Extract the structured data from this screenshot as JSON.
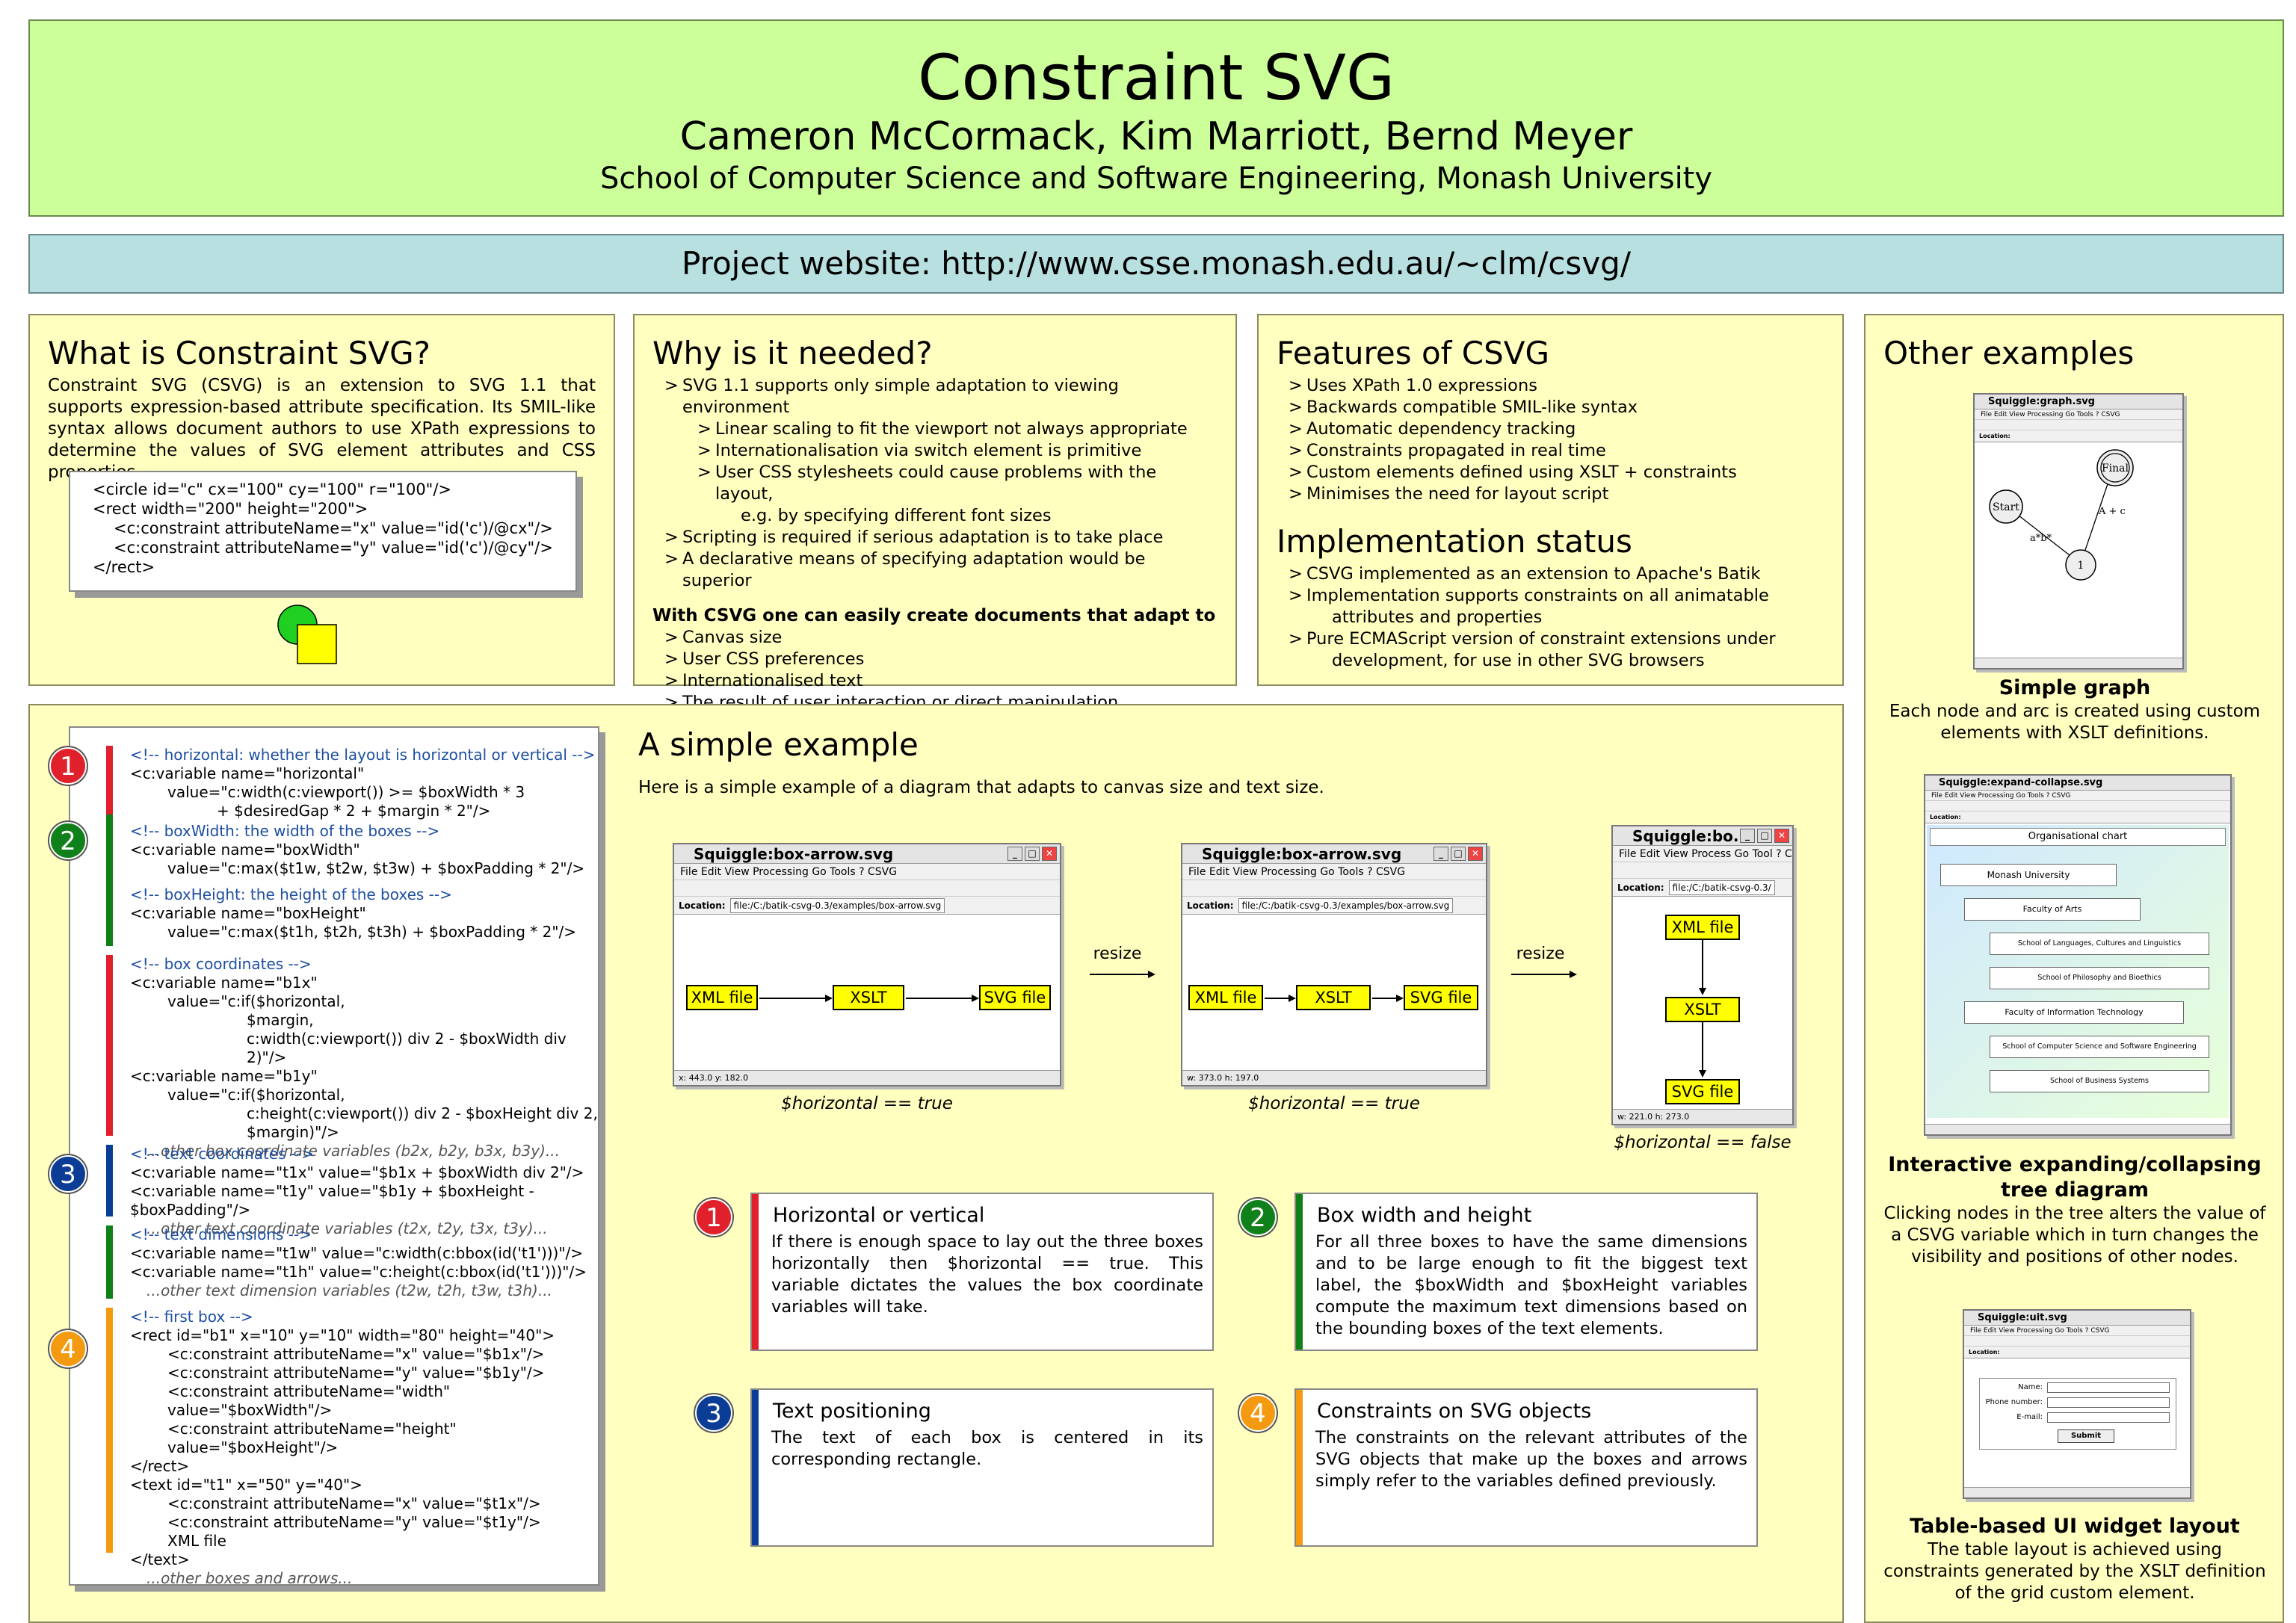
{
  "header": {
    "title": "Constraint SVG",
    "authors": "Cameron McCormack, Kim Marriott, Bernd Meyer",
    "affiliation": "School of Computer Science and Software Engineering, Monash University"
  },
  "website": "Project website: http://www.csse.monash.edu.au/~clm/csvg/",
  "what": {
    "title": "What is Constraint SVG?",
    "text": "Constraint SVG (CSVG) is an extension to SVG 1.1 that supports expression-based attribute specification. Its SMIL-like syntax allows document authors to use XPath expressions to determine the values of SVG element attributes and CSS properties.",
    "code": [
      "<circle id=\"c\" cx=\"100\" cy=\"100\" r=\"100\"/>",
      "<rect width=\"200\" height=\"200\">",
      "<c:constraint attributeName=\"x\" value=\"id('c')/@cx\"/>",
      "<c:constraint attributeName=\"y\" value=\"id('c')/@cy\"/>",
      "</rect>"
    ]
  },
  "why": {
    "title": "Why is it needed?",
    "items": [
      "SVG 1.1 supports only simple adaptation to viewing environment",
      "Linear scaling to fit the viewport not always appropriate",
      "Internationalisation via switch element is primitive",
      "User CSS stylesheets could cause problems with the layout,",
      "e.g. by specifying different font sizes",
      "Scripting is required if serious adaptation is to take place",
      "A declarative means of specifying adaptation would be superior"
    ],
    "subtitle": "With CSVG one can easily create documents that adapt to",
    "items2": [
      "Canvas size",
      "User CSS preferences",
      "Internationalised text",
      "The result of user interaction or direct manipulation"
    ]
  },
  "features": {
    "title": "Features of CSVG",
    "items": [
      "Uses XPath 1.0 expressions",
      "Backwards compatible SMIL-like syntax",
      "Automatic dependency tracking",
      "Constraints propagated in real time",
      "Custom elements defined using XSLT + constraints",
      "Minimises the need for layout script"
    ]
  },
  "impl": {
    "title": "Implementation status",
    "items": [
      "CSVG implemented as an extension to Apache's Batik",
      "Implementation supports constraints on all animatable",
      "attributes and properties",
      "Pure ECMAScript version of constraint extensions under",
      "development, for use in other SVG browsers"
    ]
  },
  "other": {
    "title": "Other examples",
    "ex1": {
      "title": "Simple graph",
      "desc": "Each node and arc is created using custom elements with XSLT definitions.",
      "win": "Squiggle:graph.svg",
      "nodes": [
        "Start",
        "Final",
        "1"
      ],
      "labels": [
        "a*b*",
        "A + c"
      ]
    },
    "ex2": {
      "title": "Interactive expanding/collapsing tree diagram",
      "desc": "Clicking nodes in the tree alters the value of a CSVG variable which in turn changes the visibility and positions of other nodes.",
      "win": "Squiggle:expand-collapse.svg",
      "chart": "Organisational chart",
      "nodes": [
        "Monash University",
        "Faculty of Arts",
        "School of Languages, Cultures and Linguistics",
        "School of Philosophy and Bioethics",
        "Faculty of Information Technology",
        "School of Computer Science and Software Engineering",
        "School of Business Systems"
      ]
    },
    "ex3": {
      "title": "Table-based UI widget layout",
      "desc": "The table layout is achieved using constraints generated by the XSLT definition of the grid custom element.",
      "win": "Squiggle:uit.svg",
      "fields": [
        "Name:",
        "Phone number:",
        "E-mail:"
      ],
      "button": "Submit"
    }
  },
  "code": {
    "blocks": [
      [
        "<!-- horizontal: whether the layout is horizontal or vertical -->",
        "<c:variable name=\"horizontal\"",
        "value=\"c:width(c:viewport()) >= $boxWidth * 3",
        "+ $desiredGap * 2 + $margin * 2\"/>"
      ],
      [
        "<!-- boxWidth: the width of the boxes -->",
        "<c:variable name=\"boxWidth\"",
        "value=\"c:max($t1w, $t2w, $t3w) + $boxPadding * 2\"/>",
        "<!-- boxHeight: the height of the boxes -->",
        "<c:variable name=\"boxHeight\"",
        "value=\"c:max($t1h, $t2h, $t3h) + $boxPadding * 2\"/>"
      ],
      [
        "<!-- box coordinates -->",
        "<c:variable name=\"b1x\"",
        "value=\"c:if($horizontal,",
        "$margin,",
        "c:width(c:viewport()) div 2 - $boxWidth div 2)\"/>",
        "<c:variable name=\"b1y\"",
        "value=\"c:if($horizontal,",
        "c:height(c:viewport()) div 2 - $boxHeight div 2,",
        "$margin)\"/>",
        "...other box coordinate variables (b2x, b2y, b3x, b3y)..."
      ],
      [
        "<!-- text coordinates -->",
        "<c:variable name=\"t1x\" value=\"$b1x + $boxWidth div 2\"/>",
        "<c:variable name=\"t1y\" value=\"$b1y + $boxHeight - $boxPadding\"/>",
        "...other text coordinate variables (t2x, t2y, t3x, t3y)..."
      ],
      [
        "<!-- text dimensions -->",
        "<c:variable name=\"t1w\" value=\"c:width(c:bbox(id('t1')))\"/>",
        "<c:variable name=\"t1h\" value=\"c:height(c:bbox(id('t1')))\"/>",
        "...other text dimension variables (t2w, t2h, t3w, t3h)..."
      ],
      [
        "<!-- first box -->",
        "<rect id=\"b1\" x=\"10\" y=\"10\" width=\"80\" height=\"40\">",
        "<c:constraint attributeName=\"x\" value=\"$b1x\"/>",
        "<c:constraint attributeName=\"y\" value=\"$b1y\"/>",
        "<c:constraint attributeName=\"width\" value=\"$boxWidth\"/>",
        "<c:constraint attributeName=\"height\" value=\"$boxHeight\"/>",
        "</rect>",
        "<text id=\"t1\" x=\"50\" y=\"40\">",
        "<c:constraint attributeName=\"x\" value=\"$t1x\"/>",
        "<c:constraint attributeName=\"y\" value=\"$t1y\"/>",
        "XML file",
        "</text>",
        "...other boxes and arrows..."
      ]
    ]
  },
  "simple": {
    "title": "A simple example",
    "intro": "Here is a simple example of a diagram that adapts to canvas size and text size.",
    "win1": "Squiggle:box-arrow.svg",
    "win3": "Squiggle:bo...",
    "menu": "File  Edit  View  Processing  Go  Tools  ?  CSVG",
    "menu3": "File Edit View Process Go Tool ? CSV",
    "loclabel": "Location:",
    "loc": "file:/C:/batik-csvg-0.3/examples/box-arrow.svg",
    "loc3": "file:/C:/batik-csvg-0.3/",
    "boxes": [
      "XML file",
      "XSLT",
      "SVG file"
    ],
    "resize": "resize",
    "st1": "x: 443.0        y: 182.0",
    "st2": "w: 373.0        h: 197.0",
    "st3": "w: 221.0    h: 273.0",
    "cap1": "$horizontal == true",
    "cap2": "$horizontal == true",
    "cap3": "$horizontal == false"
  },
  "notes": [
    {
      "n": "1",
      "title": "Horizontal or vertical",
      "text": "If there is enough space to lay out the three boxes horizontally then $horizontal == true. This variable dictates the values the box coordinate variables will take."
    },
    {
      "n": "2",
      "title": "Box width and height",
      "text": "For all three boxes to have the same dimensions and to be large enough to fit the biggest text label, the $boxWidth and $boxHeight variables compute the maximum text dimensions based on the bounding boxes of the text elements."
    },
    {
      "n": "3",
      "title": "Text positioning",
      "text": "The text of each box is centered in its corresponding rectangle."
    },
    {
      "n": "4",
      "title": "Constraints on SVG objects",
      "text": "The constraints on the relevant attributes of the SVG objects that make up the boxes and arrows simply refer to the variables defined previously."
    }
  ],
  "colors": {
    "n1": "#e0202a",
    "n2": "#10801a",
    "n3": "#0c3d96",
    "n4": "#f39a10"
  }
}
